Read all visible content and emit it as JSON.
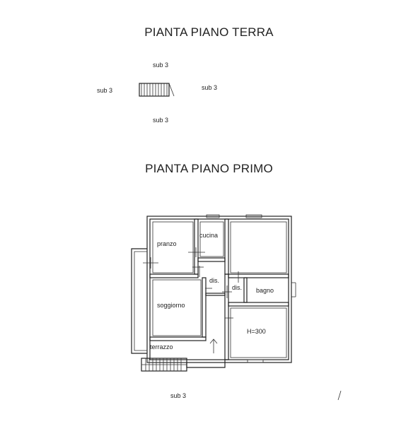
{
  "titles": {
    "ground": "PIANTA PIANO TERRA",
    "first": "PIANTA PIANO PRIMO"
  },
  "ground_floor": {
    "sub_top": "sub 3",
    "sub_left": "sub 3",
    "sub_right": "sub 3",
    "sub_bottom": "sub 3"
  },
  "first_floor": {
    "rooms": {
      "pranzo": "pranzo",
      "cucina": "cucina",
      "dis1": "dis.",
      "dis2": "dis.",
      "bagno": "bagno",
      "soggiorno": "soggiorno",
      "room_height": "H=300",
      "terrazzo": "terrazzo"
    },
    "sub_bottom": "sub 3"
  }
}
